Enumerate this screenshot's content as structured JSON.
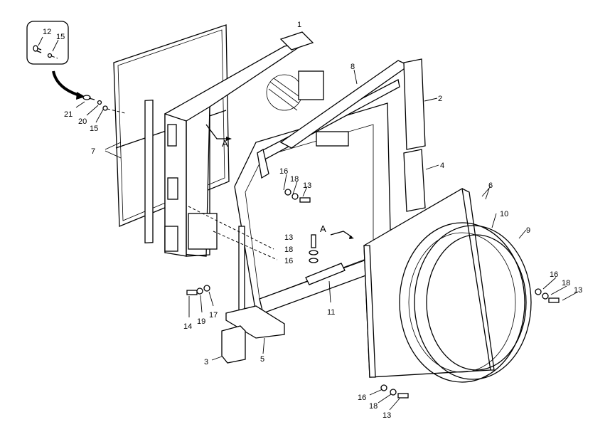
{
  "inset": {
    "callouts": [
      "12",
      "15"
    ]
  },
  "callouts": {
    "c1": "1",
    "c2": "2",
    "c3": "3",
    "c4": "4",
    "c5": "5",
    "c6": "6",
    "c7": "7",
    "c8": "8",
    "c9": "9",
    "c10": "10",
    "c11": "11",
    "c13a": "13",
    "c13b": "13",
    "c13c": "13",
    "c13d": "13",
    "c14": "14",
    "c15": "15",
    "c16a": "16",
    "c16b": "16",
    "c16c": "16",
    "c16d": "16",
    "c17": "17",
    "c18a": "18",
    "c18b": "18",
    "c18c": "18",
    "c18d": "18",
    "c19": "19",
    "c20": "20",
    "c21": "21"
  },
  "section_marks": {
    "a1": "A",
    "a2": "A"
  }
}
